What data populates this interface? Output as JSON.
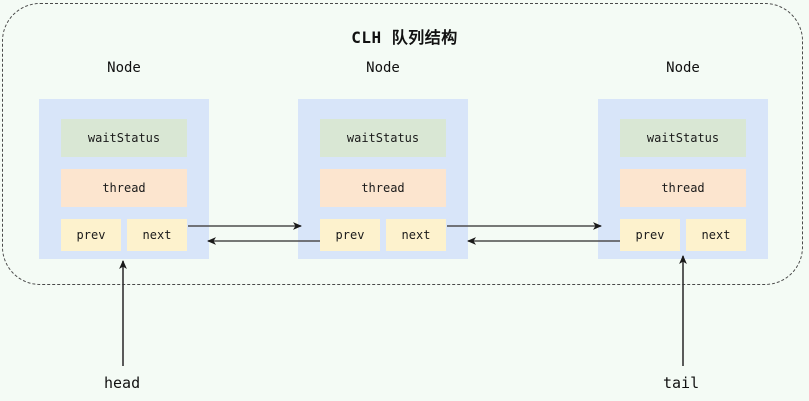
{
  "diagram": {
    "title": "CLH 队列结构",
    "background_color": "#f4fbf5",
    "container": {
      "style": "dashed-rounded-rectangle",
      "border_color": "#4a4a4a"
    },
    "node_caption": "Node",
    "colors": {
      "node_box": "#d8e5f9",
      "wait_status": "#d9e7d4",
      "thread": "#fce5cf",
      "pointer_field": "#fdf2cd",
      "arrow": "#4d4d4d",
      "text": "#111111"
    },
    "nodes": [
      {
        "caption": "Node",
        "fields": {
          "wait_status": "waitStatus",
          "thread": "thread",
          "prev": "prev",
          "next": "next"
        }
      },
      {
        "caption": "Node",
        "fields": {
          "wait_status": "waitStatus",
          "thread": "thread",
          "prev": "prev",
          "next": "next"
        }
      },
      {
        "caption": "Node",
        "fields": {
          "wait_status": "waitStatus",
          "thread": "thread",
          "prev": "prev",
          "next": "next"
        }
      }
    ],
    "pointers": [
      {
        "label": "head",
        "target": "node-1"
      },
      {
        "label": "tail",
        "target": "node-3"
      }
    ],
    "links": [
      {
        "from": "node-1.next",
        "to": "node-2",
        "direction": "right"
      },
      {
        "from": "node-2.prev",
        "to": "node-1",
        "direction": "left"
      },
      {
        "from": "node-2.next",
        "to": "node-3",
        "direction": "right"
      },
      {
        "from": "node-3.prev",
        "to": "node-2",
        "direction": "left"
      }
    ]
  }
}
